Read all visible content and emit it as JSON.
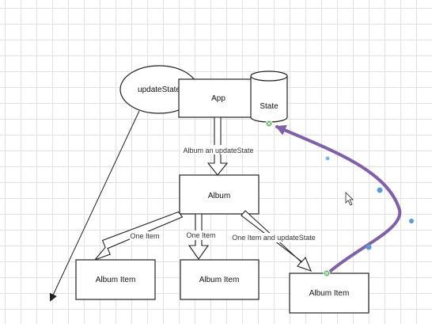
{
  "nodes": {
    "update_state": "updateState",
    "app": "App",
    "state": "State",
    "album": "Album",
    "album_item_1": "Album Item",
    "album_item_2": "Album Item",
    "album_item_3": "Album Item"
  },
  "edges": {
    "app_to_album": "Album an updateState",
    "album_to_item_1": "One Item",
    "album_to_item_2": "One Item",
    "album_to_item_3": "One Item and updateState"
  },
  "colors": {
    "grid": "#e2e2e2",
    "stroke": "#222222",
    "selected_edge": "#8060a8",
    "handle_blue": "#5b9bd5",
    "handle_green": "#5cb85c"
  }
}
